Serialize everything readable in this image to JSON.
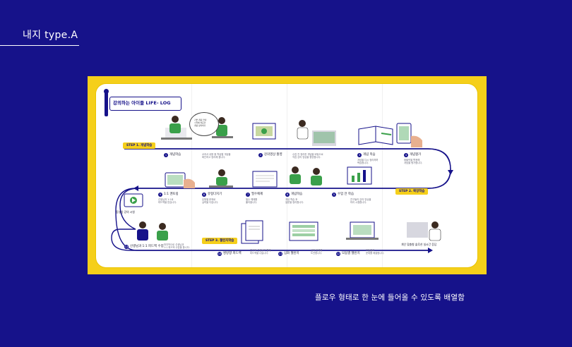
{
  "page": {
    "title": "내지 type.A",
    "caption": "플로우 형태로 한 눈에 들어올 수 있도록 배열함"
  },
  "colors": {
    "background": "#16128a",
    "brochure": "#f5cf1a",
    "panel": "#ffffff",
    "accent_green": "#3aa04a",
    "navy": "#16128a"
  },
  "doc": {
    "header": "강의하는 아이들 LIFE- LOG",
    "steps": {
      "s1": "STEP 1. 개념학습",
      "s2": "STEP 2. 확장학습",
      "s3": "STEP 3. 챌린지학습"
    },
    "bubble": [
      "기본 개념 안내",
      "수업에 필요한",
      "개념 정리하기"
    ],
    "row1": [
      {
        "num": "1",
        "label": "개념학습",
        "desc": [
          "교과서 내용 중 학습할 개념을",
          "확인하고 정리해 봅니다."
        ]
      },
      {
        "num": "2",
        "label": "강의영상 촬영",
        "desc": [
          "수업 전 정리한 개념을 바탕으로",
          "직접 강의 영상을 촬영합니다."
        ]
      },
      {
        "num": "3",
        "label": "개념 복습",
        "desc": [
          "개념을 다시 정리하며",
          "복습합니다."
        ]
      },
      {
        "num": "4",
        "label": "개념평가",
        "desc": [
          "태블릿을 활용해",
          "개념을 평가합니다."
        ]
      }
    ],
    "row2": [
      {
        "num": "5",
        "label": "수업 전 학습",
        "desc": [
          "친구들의 강의 영상을",
          "미리 시청합니다."
        ]
      },
      {
        "num": "6",
        "label": "개념학습",
        "desc": [
          "개념 학습 후",
          "질문을 정리합니다."
        ]
      },
      {
        "num": "7",
        "label": "필수예제",
        "desc": [
          "필수 예제를",
          "풀어봅니다."
        ]
      },
      {
        "num": "8",
        "label": "유형다지기",
        "desc": [
          "유형별 문제로",
          "실력을 다집니다."
        ]
      },
      {
        "num": "9",
        "label": "1:1 멘토링",
        "desc": [
          "선생님과 1:1로",
          "피드백을 받습니다."
        ]
      }
    ],
    "row3": [
      {
        "num": "10",
        "label": "쌍방향 피드백",
        "desc": [
          "친구와 선생님이 함께",
          "피드백을 나눕니다."
        ]
      },
      {
        "num": "11",
        "label": "심화 챌린지",
        "desc": [
          "심화 문제에",
          "도전합니다."
        ]
      },
      {
        "num": "12",
        "label": "모둠별 챌린지",
        "desc": [
          "모둠별로",
          "문제를 해결합니다."
        ]
      },
      {
        "num": "13",
        "label": "선생님과 1:1 피드백 수업",
        "desc": [
          "마지막으로 선생님과",
          "1:1 피드백 수업을 합니다."
        ]
      }
    ],
    "notes": {
      "video": "동영상 강의 시청",
      "right": "개인 맞춤형 솔루션 실시간 응답"
    }
  }
}
